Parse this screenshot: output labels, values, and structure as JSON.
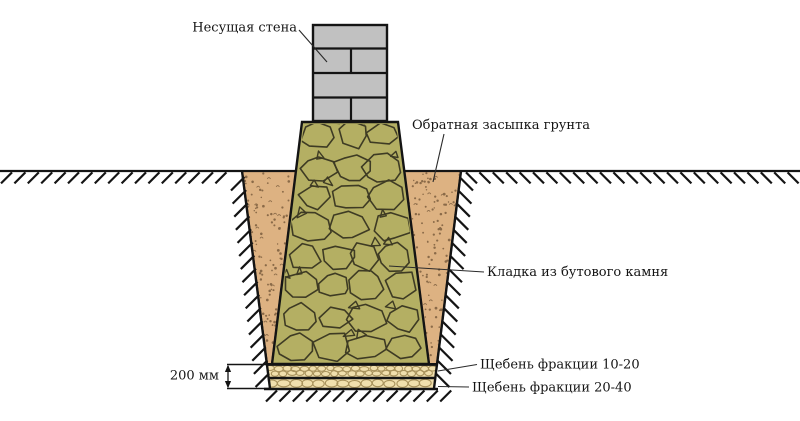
{
  "diagram": {
    "labels": {
      "bearing_wall": "Несущая стена",
      "backfill": "Обратная засыпка грунта",
      "rubble_masonry": "Кладка из бутового камня",
      "gravel_fraction_10_20": "Щебень фракции 10-20",
      "gravel_fraction_20_40": "Щебень фракции 20-40"
    },
    "dimension": {
      "label": "200 мм"
    },
    "colors": {
      "outline": "#141414",
      "leader": "#2a2a2a",
      "text": "#141414",
      "brick_fill": "#c1c1c1",
      "masonry_fill": "#b4af63",
      "stone_outline": "#3e3b24",
      "backfill_fill": "#ddb282",
      "speckle": "#8a6a48",
      "gravel_fill": "#f0dfad",
      "pebble_outline": "#a8925c"
    }
  }
}
